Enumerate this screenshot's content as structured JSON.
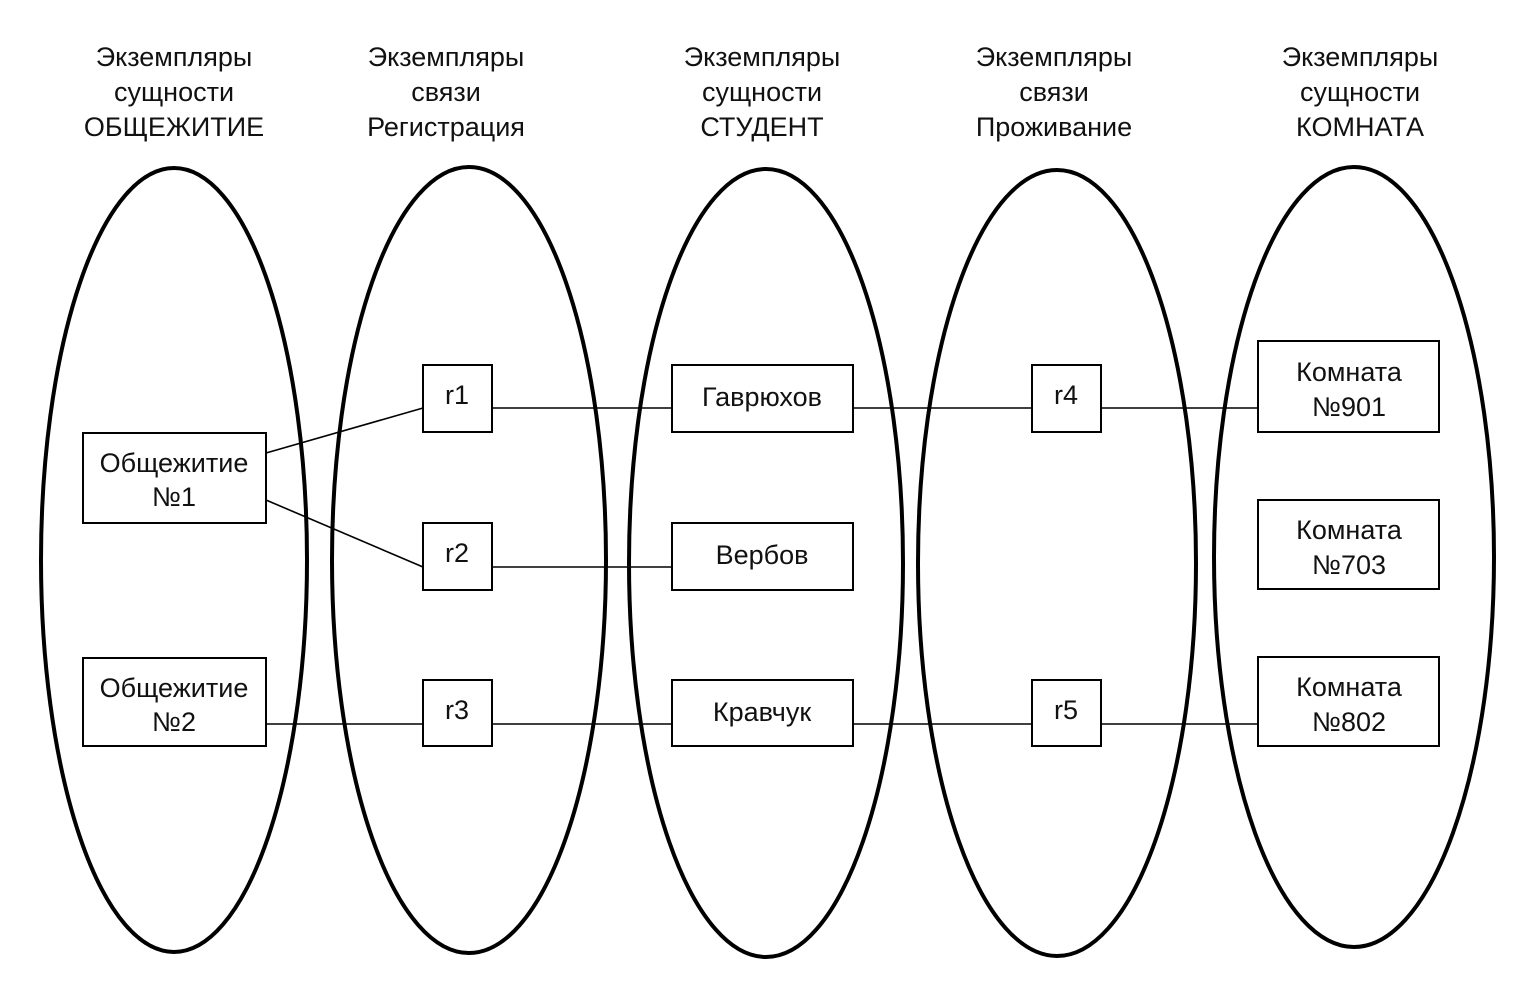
{
  "groups": {
    "dormitory": {
      "heading": [
        "Экземпляры",
        "сущности",
        "ОБЩЕЖИТИЕ"
      ],
      "items": {
        "dorm1": [
          "Общежитие",
          "№1"
        ],
        "dorm2": [
          "Общежитие",
          "№2"
        ]
      }
    },
    "registration": {
      "heading": [
        "Экземпляры",
        "связи",
        "Регистрация"
      ],
      "items": {
        "r1": "r1",
        "r2": "r2",
        "r3": "r3"
      }
    },
    "student": {
      "heading": [
        "Экземпляры",
        "сущности",
        "СТУДЕНТ"
      ],
      "items": {
        "s1": "Гаврюхов",
        "s2": "Вербов",
        "s3": "Кравчук"
      }
    },
    "residence": {
      "heading": [
        "Экземпляры",
        "связи",
        "Проживание"
      ],
      "items": {
        "r4": "r4",
        "r5": "r5"
      }
    },
    "room": {
      "heading": [
        "Экземпляры",
        "сущности",
        "КОМНАТА"
      ],
      "items": {
        "room901": [
          "Комната",
          "№901"
        ],
        "room703": [
          "Комната",
          "№703"
        ],
        "room802": [
          "Комната",
          "№802"
        ]
      }
    }
  },
  "links": [
    [
      "dorm1",
      "r1"
    ],
    [
      "dorm1",
      "r2"
    ],
    [
      "dorm2",
      "r3"
    ],
    [
      "r1",
      "s1"
    ],
    [
      "r2",
      "s2"
    ],
    [
      "r3",
      "s3"
    ],
    [
      "s1",
      "r4"
    ],
    [
      "s3",
      "r5"
    ],
    [
      "r4",
      "room901"
    ],
    [
      "r5",
      "room802"
    ]
  ]
}
